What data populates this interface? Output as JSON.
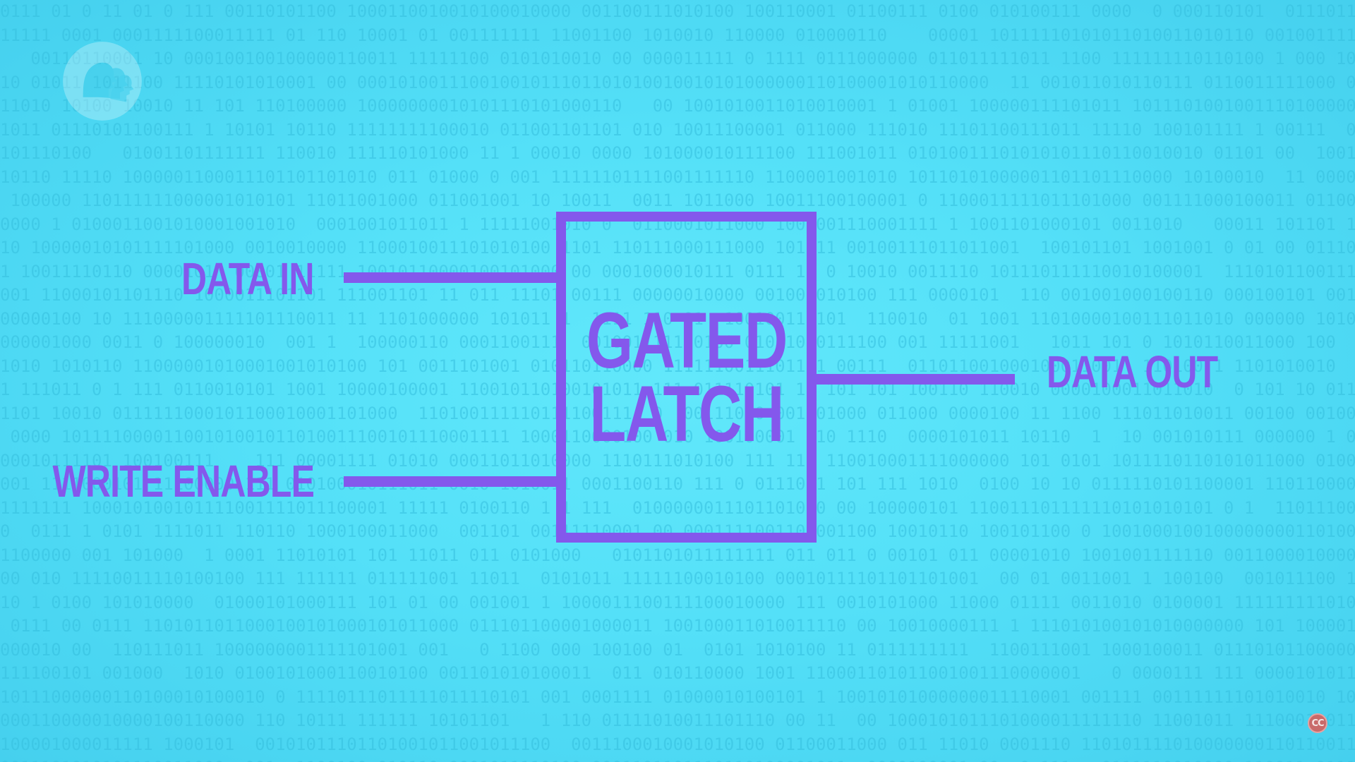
{
  "diagram": {
    "inputs": {
      "data_in": "DATA IN",
      "write_enable": "WRITE ENABLE"
    },
    "component": {
      "line1": "GATED",
      "line2": "LATCH"
    },
    "output": {
      "data_out": "DATA OUT"
    }
  },
  "branding": {
    "logo_icon": "pbs-logo-icon",
    "caption_badge": "CC"
  },
  "colors": {
    "accent": "#8458ec",
    "background": "#55e0f8",
    "background_text": "#36bfde",
    "badge": "#c96a6a"
  },
  "background": {
    "pattern": "binary-digits",
    "glyphs": "01"
  }
}
